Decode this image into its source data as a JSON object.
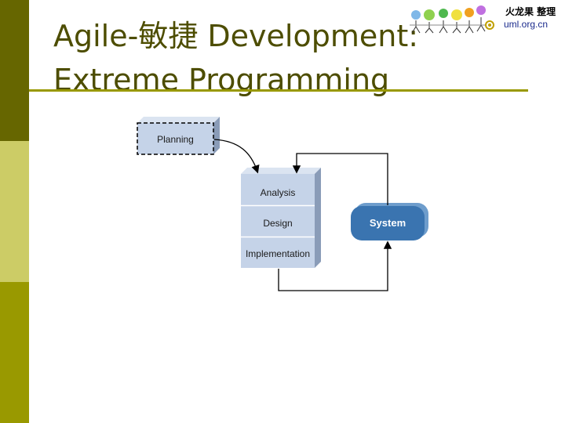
{
  "slide": {
    "title_line1": "Agile-敏捷  Development:",
    "title_line2": "Extreme Programming"
  },
  "logo": {
    "chinese_text": "火龙果 整理",
    "url": "uml.org.cn"
  },
  "diagram": {
    "planning": "Planning",
    "analysis": "Analysis",
    "design": "Design",
    "implementation": "Implementation",
    "system": "System"
  },
  "colors": {
    "stripe_dark": "#666600",
    "stripe_light": "#cccc66",
    "stripe_mid": "#999900",
    "title": "#4d4d00",
    "box_fill": "#c5d3e8",
    "system_fill": "#3a74b0"
  }
}
